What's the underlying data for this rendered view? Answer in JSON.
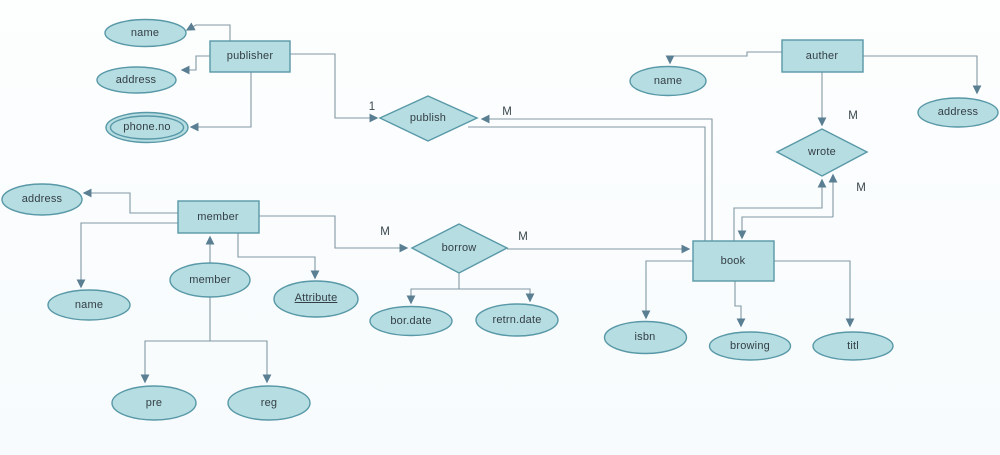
{
  "diagram_type": "entity-relationship",
  "colors": {
    "shape_fill": "#b6dde2",
    "shape_border": "#5898a7",
    "connector": "#8298a4",
    "arrowhead": "#5a7e92",
    "text": "#333f45",
    "background": "#fafdfe"
  },
  "entities": [
    {
      "label": "publisher"
    },
    {
      "label": "member"
    },
    {
      "label": "auther"
    },
    {
      "label": "book"
    }
  ],
  "relationships": [
    {
      "label": "publish"
    },
    {
      "label": "borrow"
    },
    {
      "label": "wrote"
    }
  ],
  "attributes": {
    "publisher": [
      {
        "label": "name"
      },
      {
        "label": "address"
      },
      {
        "label": "phone.no",
        "multivalued": true
      }
    ],
    "member": [
      {
        "label": "address"
      },
      {
        "label": "name"
      },
      {
        "label": "member"
      },
      {
        "label": "Attribute",
        "underlined": true
      },
      {
        "label": "pre"
      },
      {
        "label": "reg"
      }
    ],
    "borrow": [
      {
        "label": "bor.date"
      },
      {
        "label": "retrn.date"
      }
    ],
    "auther": [
      {
        "label": "name"
      },
      {
        "label": "address"
      }
    ],
    "book": [
      {
        "label": "isbn"
      },
      {
        "label": "browing"
      },
      {
        "label": "titl"
      }
    ]
  },
  "cardinalities": [
    {
      "label": "1",
      "edge": "publisher-publish"
    },
    {
      "label": "M",
      "edge": "publish-book"
    },
    {
      "label": "M",
      "edge": "member-borrow"
    },
    {
      "label": "M",
      "edge": "borrow-book"
    },
    {
      "label": "M",
      "edge": "auther-wrote"
    },
    {
      "label": "M",
      "edge": "wrote-book"
    }
  ]
}
